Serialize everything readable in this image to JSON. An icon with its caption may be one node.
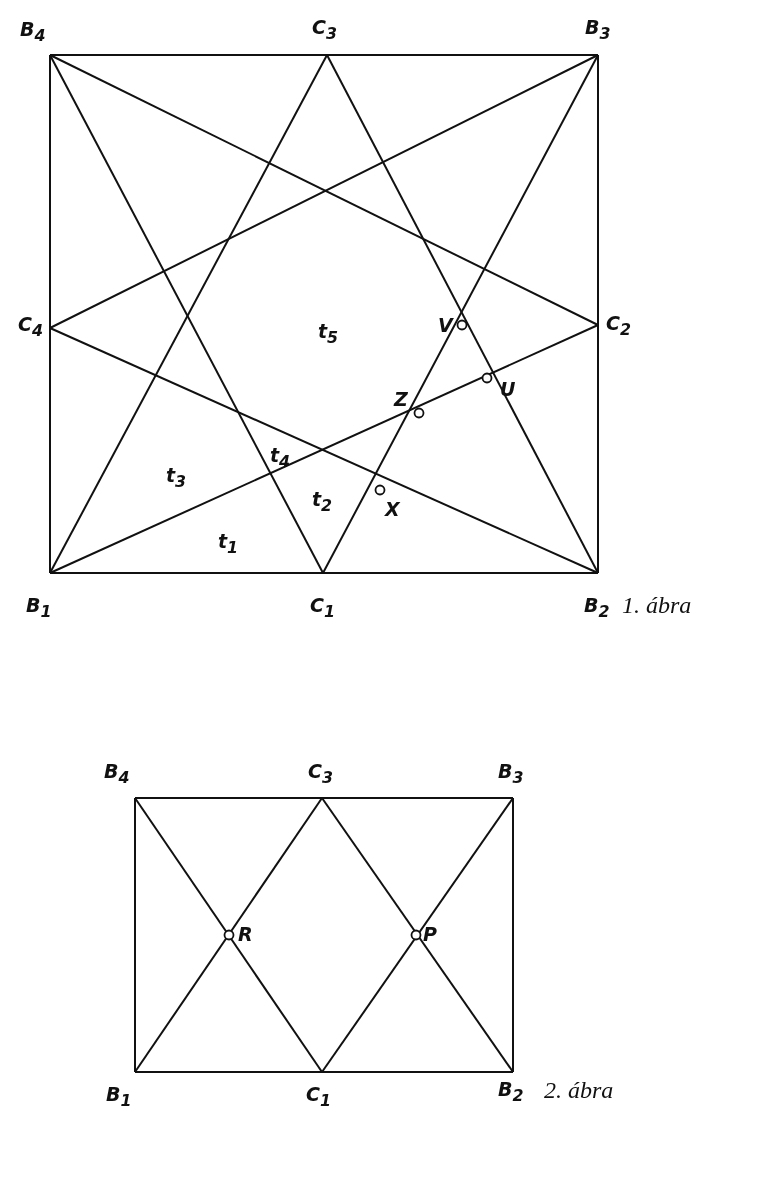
{
  "diagram": {
    "labels": [
      "B$_{4}$",
      "C$_{3}$",
      "B$_{3}$",
      "C$_{4}$",
      "t$_{5}$",
      "V",
      "C$_{2}$",
      "Z",
      "U",
      "t$_{3}$",
      "t$_{4}$",
      "t$_{2}$",
      "X",
      "t$_{1}$",
      "B$_{1}$",
      "C$_{1}$",
      "B$_{2}$",
      "1. ábra",
      "B$_{4}$",
      "C$_{3}$",
      "B$_{3}$",
      "R",
      "P",
      "B$_{1}$",
      "C$_{1}$",
      "B$_{2}$",
      "2. ábra"
    ]
  }
}
